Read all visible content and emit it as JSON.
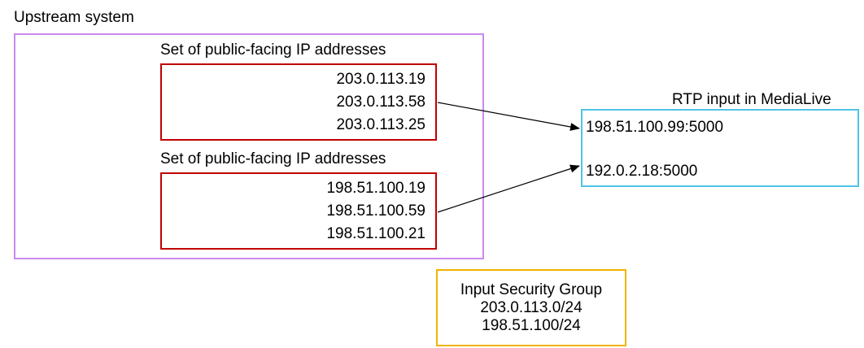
{
  "upstream": {
    "title": "Upstream system",
    "ip_sets": [
      {
        "title": "Set of public-facing IP addresses",
        "addresses": [
          "203.0.113.19",
          "203.0.113.58",
          "203.0.113.25"
        ]
      },
      {
        "title": "Set of public-facing IP addresses",
        "addresses": [
          "198.51.100.19",
          "198.51.100.59",
          "198.51.100.21"
        ]
      }
    ]
  },
  "rtp_input": {
    "title": "RTP input in MediaLive",
    "endpoints": [
      "198.51.100.99:5000",
      "192.0.2.18:5000"
    ]
  },
  "security_group": {
    "title": "Input Security Group",
    "cidrs": [
      "203.0.113.0/24",
      "198.51.100/24"
    ]
  },
  "colors": {
    "upstream_border": "#cc88ee",
    "ipset_border": "#c00000",
    "rtp_border": "#4fc3e8",
    "security_group_border": "#f0b400"
  }
}
